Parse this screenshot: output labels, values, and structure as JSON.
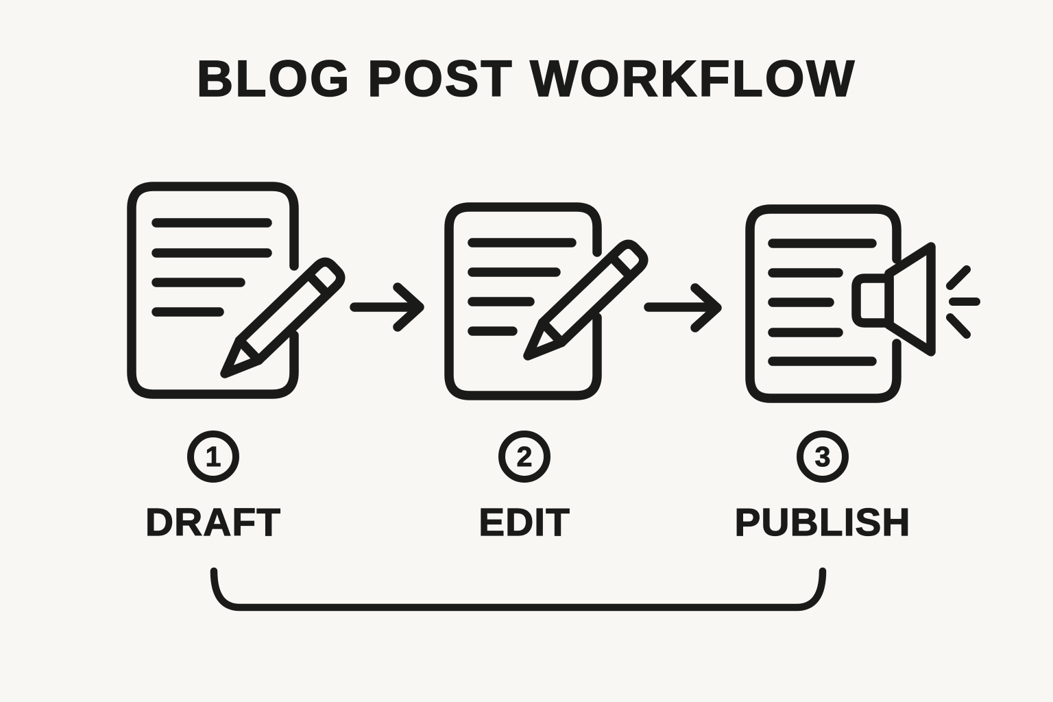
{
  "title": "BLOG POST WORKFLOW",
  "steps": [
    {
      "number": "1",
      "label": "DRAFT",
      "icon": "document-pencil-icon"
    },
    {
      "number": "2",
      "label": "EDIT",
      "icon": "document-pencil-icon"
    },
    {
      "number": "3",
      "label": "PUBLISH",
      "icon": "document-megaphone-icon"
    }
  ],
  "connectors": {
    "arrow_count": 2,
    "bracket": "spans from DRAFT to PUBLISH"
  },
  "colors": {
    "ink": "#1a1a18",
    "background": "#f8f7f4"
  }
}
